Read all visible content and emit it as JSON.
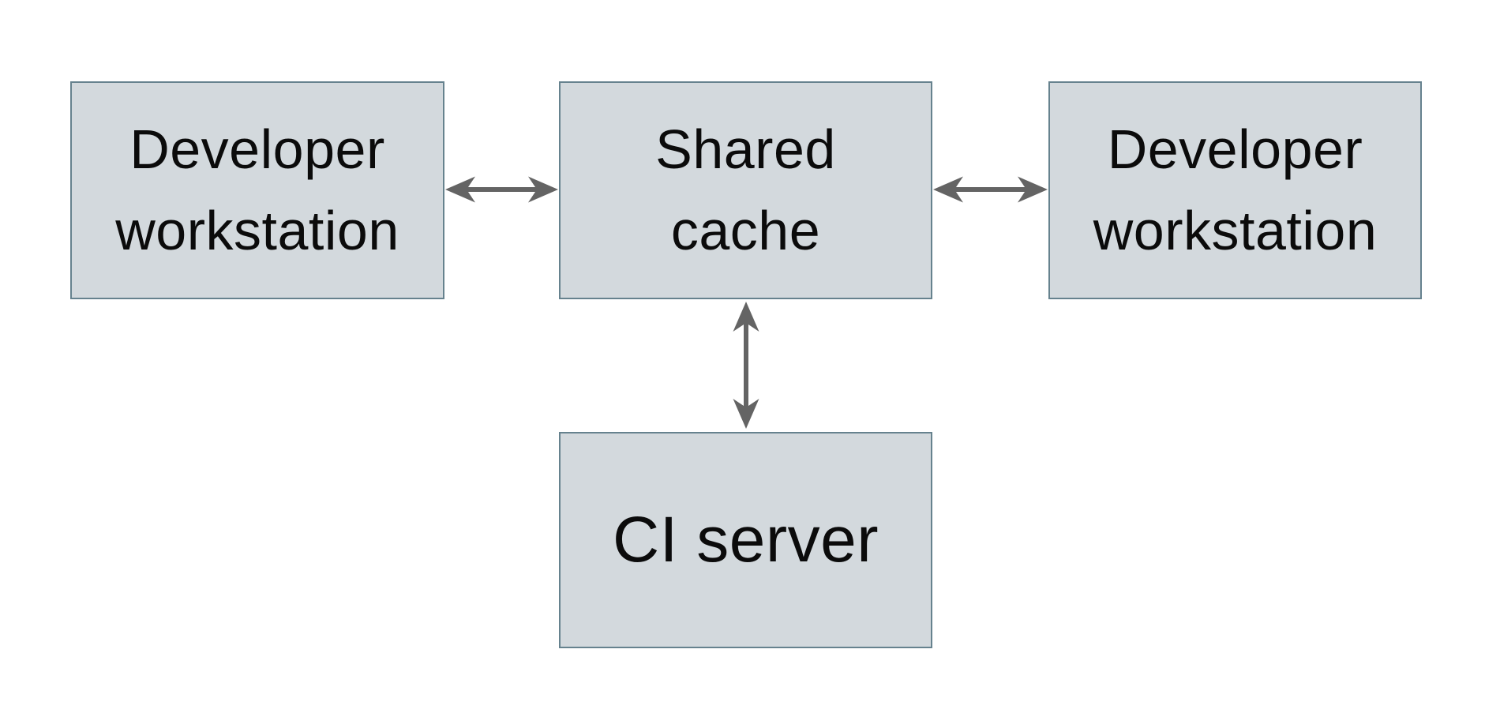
{
  "theme": {
    "canvas-bg": "#ffffff",
    "node-fill": "#d3d9dd",
    "node-border": "#66828e",
    "arrow-color": "#646464",
    "label-color": "#0b0b0b"
  },
  "diagram": {
    "nodes": {
      "dev_left": {
        "label": "Developer\nworkstation"
      },
      "cache": {
        "label": "Shared\ncache"
      },
      "dev_right": {
        "label": "Developer\nworkstation"
      },
      "ci": {
        "label": "CI server"
      }
    },
    "edges": [
      {
        "from": "Developer workstation (left)",
        "to": "Shared cache",
        "style": "double-headed-arrow"
      },
      {
        "from": "Shared cache",
        "to": "Developer workstation (right)",
        "style": "double-headed-arrow"
      },
      {
        "from": "Shared cache",
        "to": "CI server",
        "style": "double-headed-arrow"
      }
    ]
  }
}
